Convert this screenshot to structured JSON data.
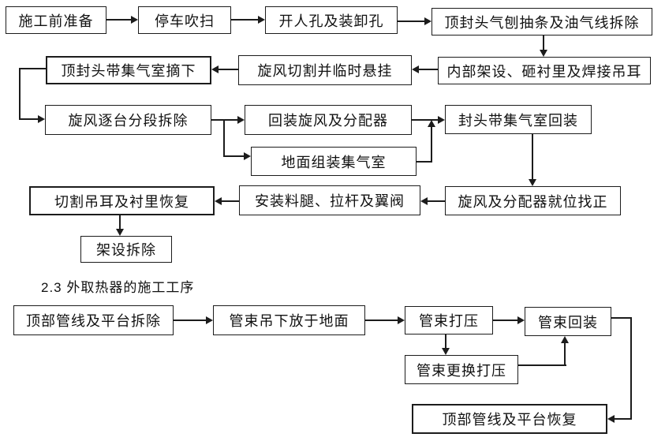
{
  "colors": {
    "background": "#ffffff",
    "line": "#1c1c1c",
    "text": "#111111"
  },
  "section_heading": "2.3 外取热器的施工工序",
  "nodes": {
    "prep": {
      "label": "施工前准备"
    },
    "shutdown_purge": {
      "label": "停车吹扫"
    },
    "open_manhole": {
      "label": "开人孔及装卸孔"
    },
    "tophead_gouge": {
      "label": "顶封头气刨抽条及油气线拆除"
    },
    "tophead_remove": {
      "label": "顶封头带集气室摘下"
    },
    "cyclone_cut": {
      "label": "旋风切割并临时悬挂"
    },
    "internal_scaffold": {
      "label": "内部架设、砸衬里及焊接吊耳"
    },
    "cyclone_dismantle": {
      "label": "旋风逐台分段拆除"
    },
    "cyclone_reinstall": {
      "label": "回装旋风及分配器"
    },
    "head_reinstall": {
      "label": "封头带集气室回装"
    },
    "ground_assemble": {
      "label": "地面组装集气室"
    },
    "lug_restore": {
      "label": "切割吊耳及衬里恢复"
    },
    "install_legs": {
      "label": "安装料腿、拉杆及翼阀"
    },
    "cyclone_align": {
      "label": "旋风及分配器就位找正"
    },
    "scaffold_remove": {
      "label": "架设拆除"
    },
    "pipe_remove": {
      "label": "顶部管线及平台拆除"
    },
    "bundle_lower": {
      "label": "管束吊下放于地面"
    },
    "bundle_test": {
      "label": "管束打压"
    },
    "bundle_reinstall": {
      "label": "管束回装"
    },
    "bundle_replace_test": {
      "label": "管束更换打压"
    },
    "pipe_restore": {
      "label": "顶部管线及平台恢复"
    }
  },
  "edges": [
    {
      "from": "prep",
      "to": "shutdown_purge"
    },
    {
      "from": "shutdown_purge",
      "to": "open_manhole"
    },
    {
      "from": "open_manhole",
      "to": "tophead_gouge"
    },
    {
      "from": "tophead_gouge",
      "to": "internal_scaffold"
    },
    {
      "from": "internal_scaffold",
      "to": "cyclone_cut"
    },
    {
      "from": "cyclone_cut",
      "to": "tophead_remove"
    },
    {
      "from": "tophead_remove",
      "to": "cyclone_dismantle"
    },
    {
      "from": "cyclone_dismantle",
      "to": "cyclone_reinstall"
    },
    {
      "from": "cyclone_dismantle",
      "to": "ground_assemble"
    },
    {
      "from": "cyclone_reinstall",
      "to": "head_reinstall"
    },
    {
      "from": "ground_assemble",
      "to": "head_reinstall"
    },
    {
      "from": "head_reinstall",
      "to": "cyclone_align"
    },
    {
      "from": "cyclone_align",
      "to": "install_legs"
    },
    {
      "from": "install_legs",
      "to": "lug_restore"
    },
    {
      "from": "lug_restore",
      "to": "scaffold_remove"
    },
    {
      "from": "pipe_remove",
      "to": "bundle_lower"
    },
    {
      "from": "bundle_lower",
      "to": "bundle_test"
    },
    {
      "from": "bundle_test",
      "to": "bundle_reinstall"
    },
    {
      "from": "bundle_test",
      "to": "bundle_replace_test"
    },
    {
      "from": "bundle_replace_test",
      "to": "bundle_reinstall"
    },
    {
      "from": "bundle_reinstall",
      "to": "pipe_restore"
    }
  ]
}
